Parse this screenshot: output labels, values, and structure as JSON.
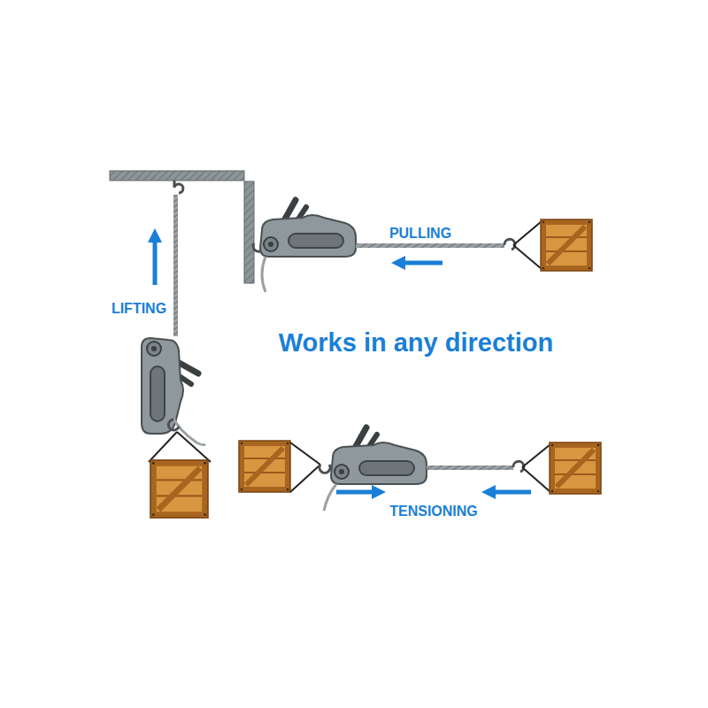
{
  "diagram": {
    "title": "Works in any direction",
    "labels": [
      "LIFTING",
      "PULLING",
      "TENSIONING"
    ]
  }
}
